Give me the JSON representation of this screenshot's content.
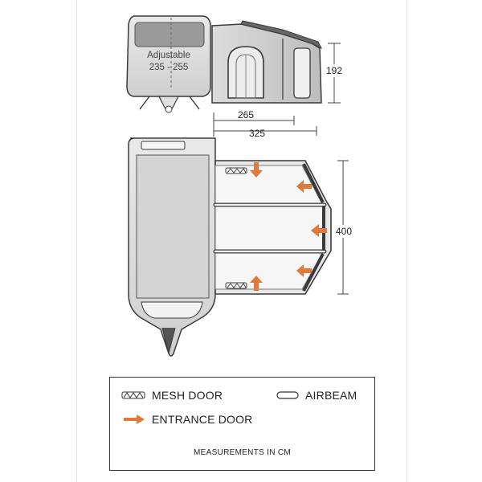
{
  "dimensions": {
    "adjustable_label": "Adjustable",
    "adjustable_range": "235 - 255",
    "height": "192",
    "depth_inner": "265",
    "depth_total": "325",
    "width": "400"
  },
  "legend": {
    "mesh_door": "MESH DOOR",
    "airbeam": "AIRBEAM",
    "entrance_door": "ENTRANCE DOOR",
    "note": "MEASUREMENTS IN CM"
  },
  "colors": {
    "arrow": "#e07a3c",
    "line": "#3a3a3a",
    "fill_light": "#f4f4f4",
    "fill_dark": "#d8d8d8"
  }
}
